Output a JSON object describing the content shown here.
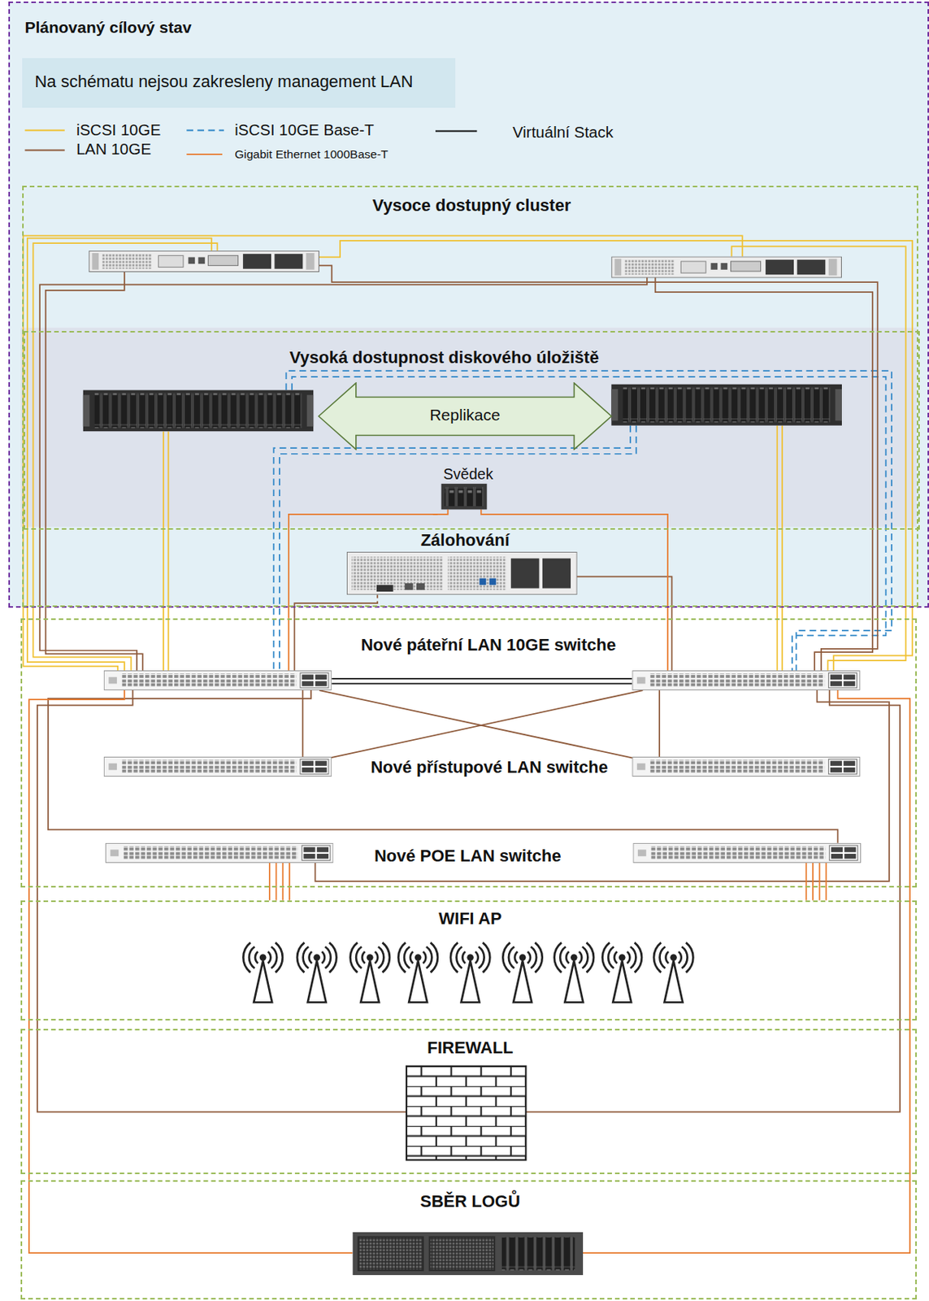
{
  "diagram": {
    "nodes": [
      {
        "text": [
          "Plánovaný cílový stav"
        ]
      },
      {
        "text": [
          "Na schématu nejsou zakresleny management LAN"
        ],
        "in": 0
      },
      {
        "text": [
          "Vysoce dostupný cluster"
        ],
        "in": 0
      },
      {
        "text": [
          "Vysoká dostupnost diskového úložiště"
        ],
        "in": 2
      },
      {
        "text": [
          "Replikace"
        ],
        "in": 3
      },
      {
        "text": [
          "Svědek"
        ],
        "in": 3
      },
      {
        "text": [
          "Zálohování"
        ],
        "in": 2
      },
      {
        "text": [
          "Nové páteřní LAN 10GE switche",
          "Nové přístupové LAN switche",
          "Nové POE LAN switche"
        ]
      },
      {
        "text": [
          "WIFI AP"
        ]
      },
      {
        "text": [
          "FIREWALL"
        ]
      },
      {
        "text": [
          "SBĚR LOGŮ"
        ]
      }
    ],
    "edges": [
      {
        "from": 5,
        "to": 7,
        "arrow": "none"
      },
      {
        "from": 6,
        "to": 7,
        "arrow": "none"
      },
      {
        "from": 7,
        "to": 8,
        "arrow": "none"
      },
      {
        "from": 7,
        "to": 9,
        "arrow": "none"
      },
      {
        "from": 7,
        "to": 10,
        "arrow": "none"
      }
    ],
    "legend": [
      {
        "text": "iSCSI 10GE"
      },
      {
        "text": "iSCSI 10GE Base-T"
      },
      {
        "text": "Virtuální Stack"
      },
      {
        "text": "LAN 10GE"
      },
      {
        "text": "Gigabit Ethernet 1000Base-T"
      }
    ]
  }
}
